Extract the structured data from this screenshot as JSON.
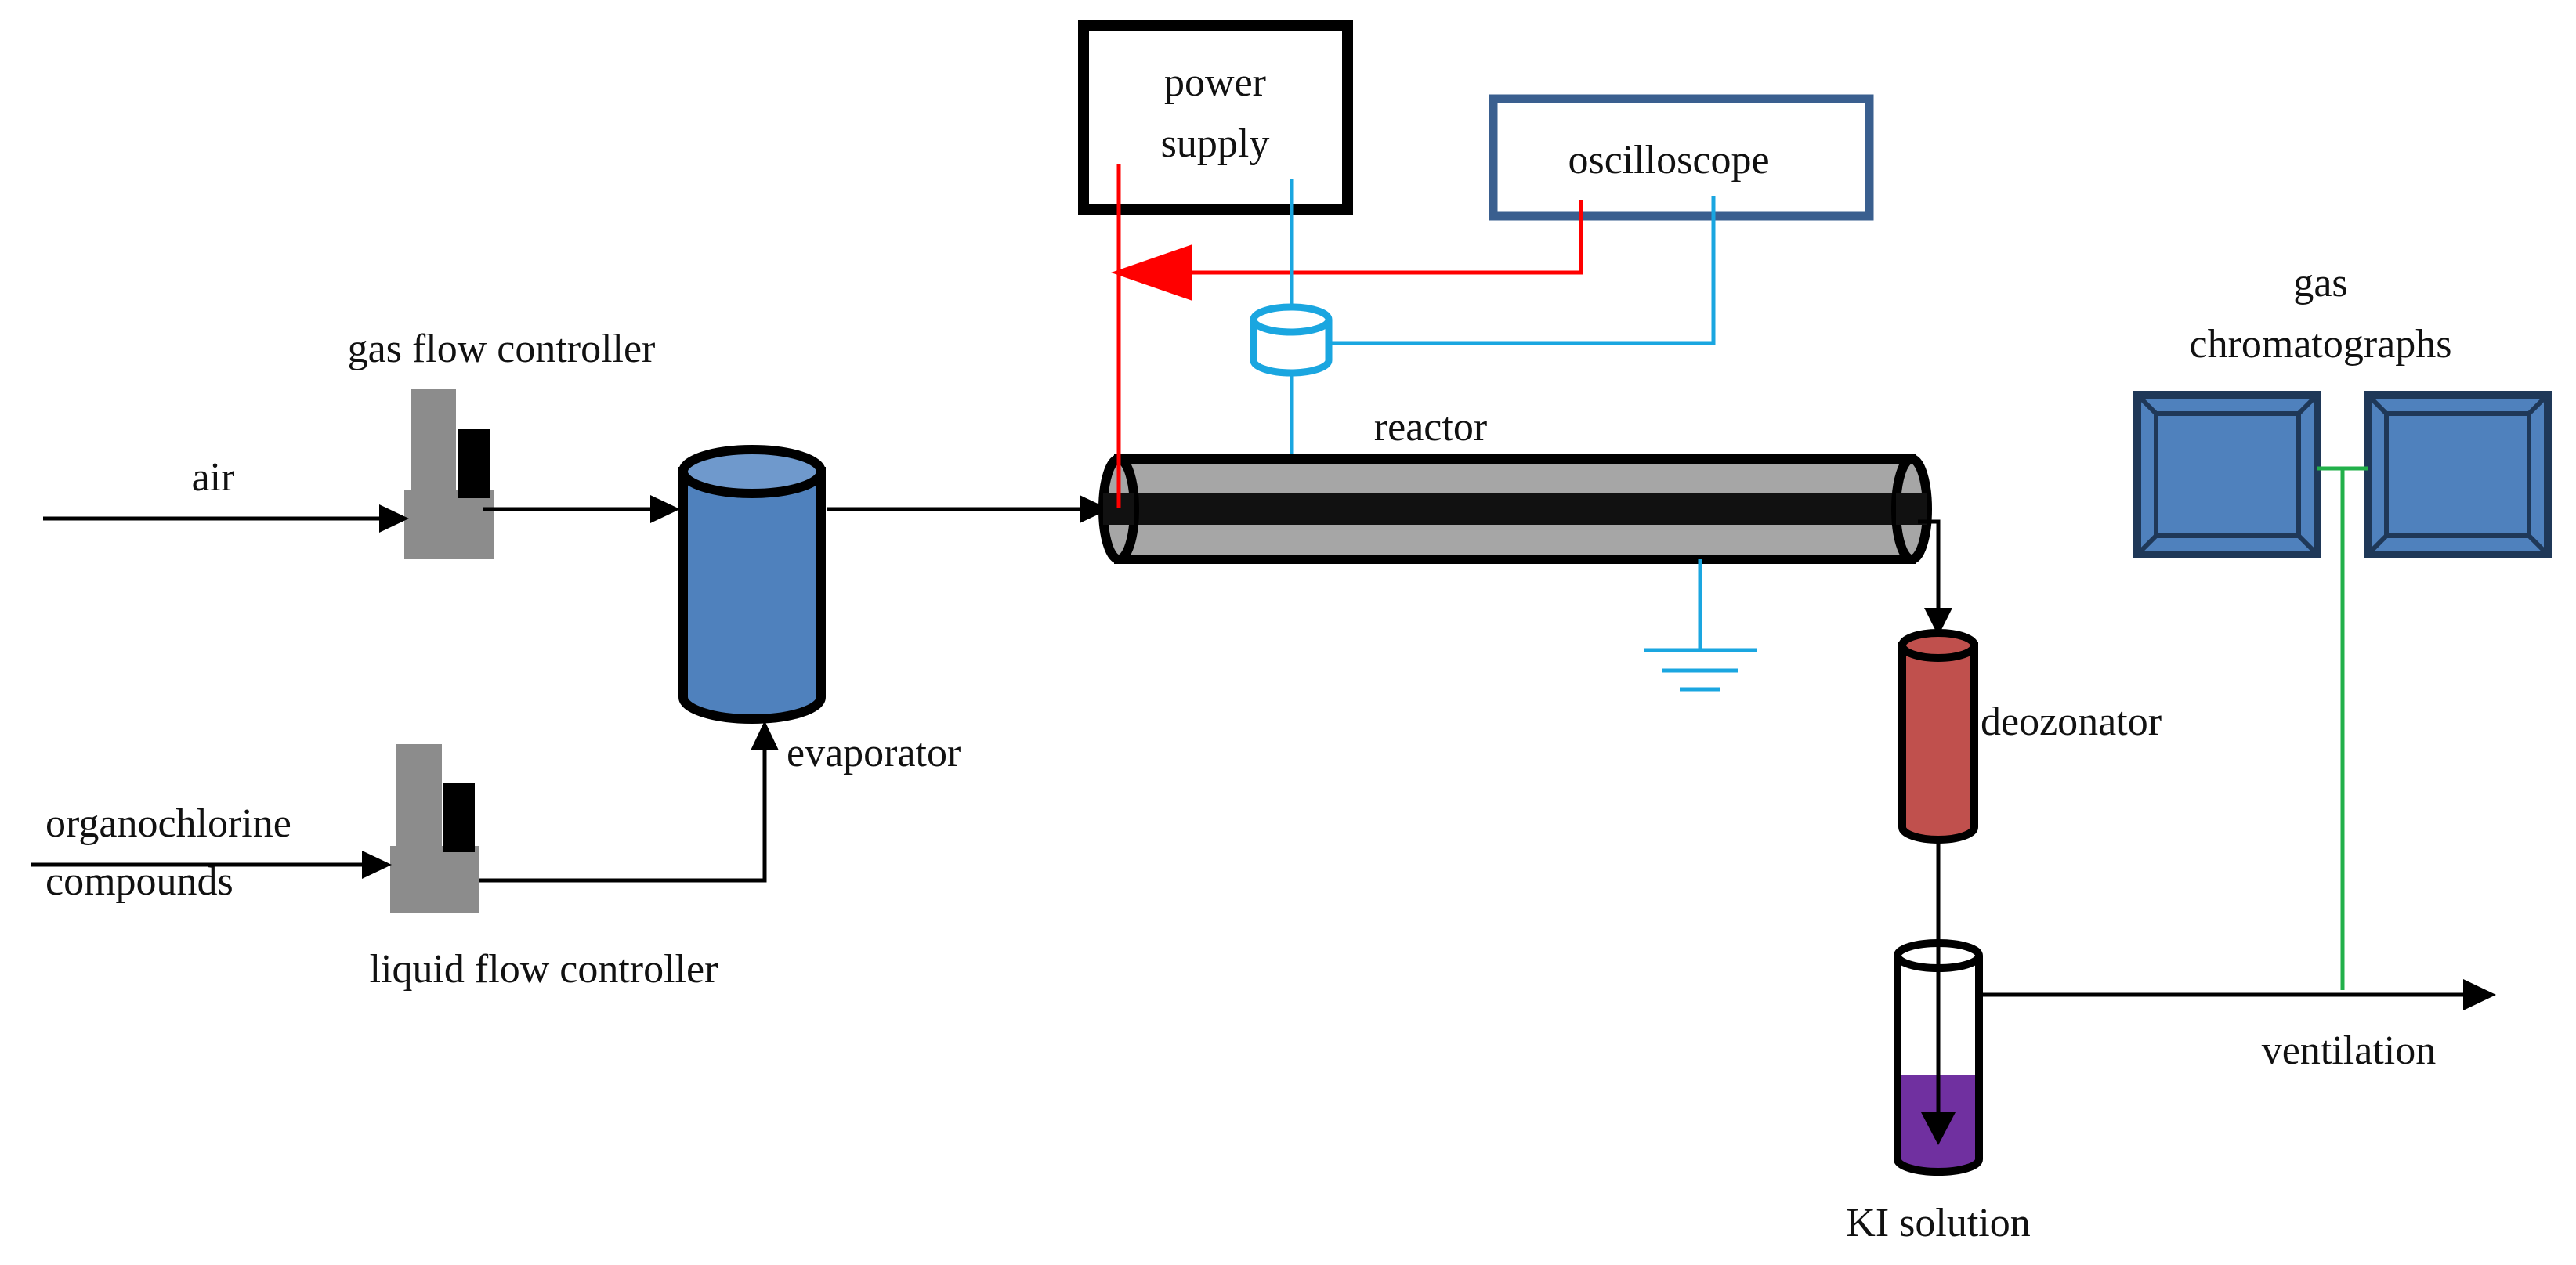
{
  "labels": {
    "power_supply_line1": "power",
    "power_supply_line2": "supply",
    "oscilloscope": "oscilloscope",
    "gas_flow_controller": "gas flow controller",
    "air": "air",
    "reactor": "reactor",
    "gas_chromatographs_line1": "gas",
    "gas_chromatographs_line2": "chromatographs",
    "evaporator": "evaporator",
    "deozonator": "deozonator",
    "organochlorine_line1": "organochlorine",
    "organochlorine_line2": "compounds",
    "liquid_flow_controller": "liquid flow controller",
    "ventilation": "ventilation",
    "ki_solution": "KI solution"
  },
  "colors": {
    "line": "#000000",
    "hv_signal": "#ff0000",
    "probe_signal": "#1aa6e0",
    "gc_sampling": "#22b04a",
    "controller_body": "#8c8c8c",
    "evaporator": "#4f81bd",
    "evaporator_top": "#6f99cc",
    "oscilloscope_border": "#3a5f8f",
    "reactor_tube": "#a6a6a6",
    "reactor_core": "#111111",
    "deozonator": "#c0504d",
    "ki_solution": "#7030a0",
    "gc_frame": "#1f3858",
    "gc_screen": "#4f81bd"
  }
}
